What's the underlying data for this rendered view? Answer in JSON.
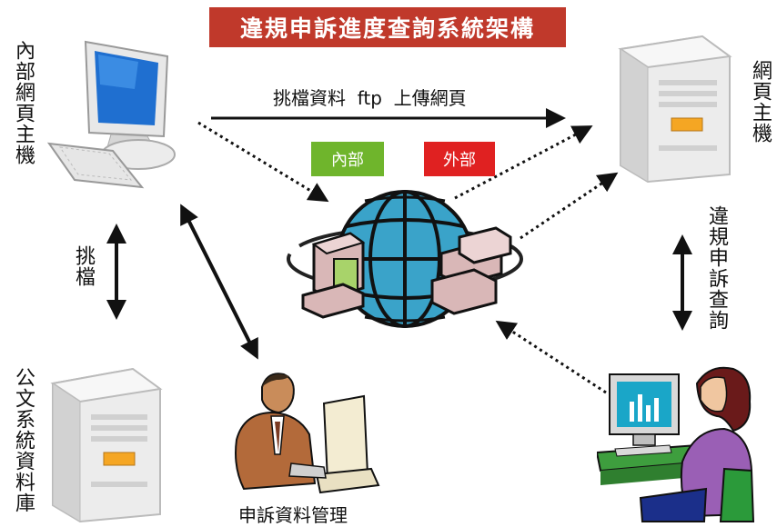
{
  "title": "違規申訴進度查詢系統架構",
  "labels": {
    "internal_host": "內部網頁主機",
    "web_host": "網頁主機",
    "archive_db": "公文系統資料庫",
    "ftp_upload": "挑檔資料  ftp  上傳網頁",
    "pick_file": "挑檔",
    "appeal_query": "違規申訴查詢",
    "appeal_data_mgmt": "申訴資料管理"
  },
  "badges": {
    "internal": "內部",
    "external": "外部"
  },
  "colors": {
    "title_bg": "#c0392b",
    "internal_badge": "#6fb52c",
    "external_badge": "#e02121",
    "globe": "#3aa3c9"
  },
  "icons": {
    "internal_host": "desktop-computer-icon",
    "web_host": "server-tower-icon",
    "archive_db": "server-tower-icon",
    "network": "globe-network-icon",
    "manager": "man-at-computer-icon",
    "user": "woman-at-computer-icon"
  }
}
